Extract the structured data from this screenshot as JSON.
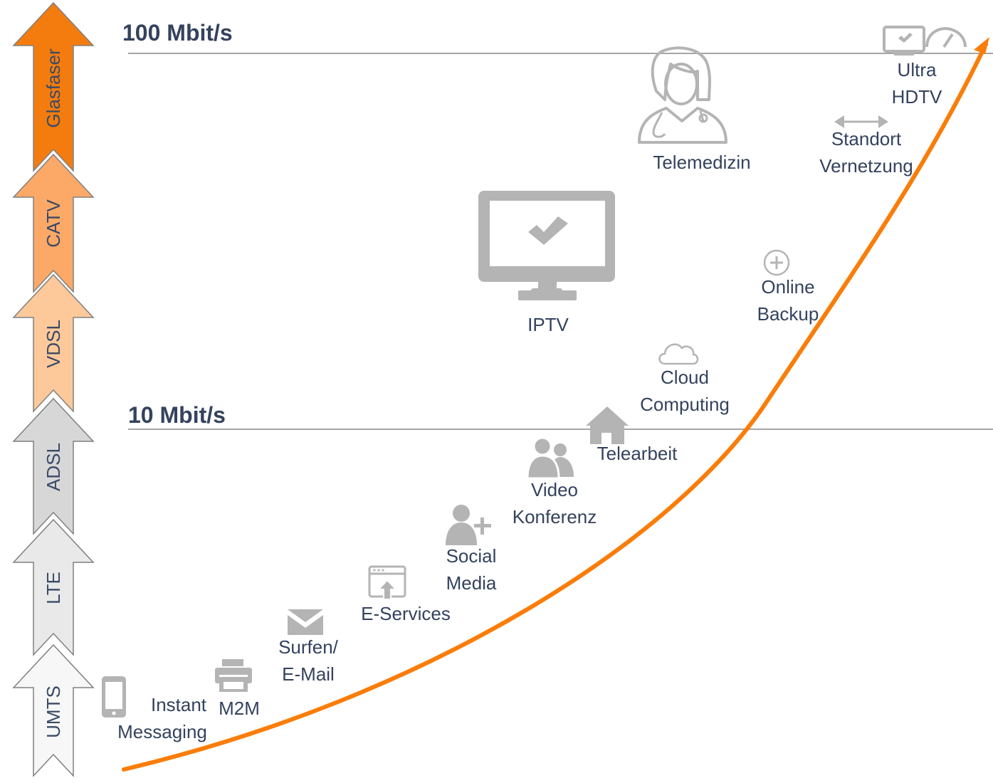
{
  "technologies": [
    {
      "label": "UMTS",
      "fill": "#f7f7f7"
    },
    {
      "label": "LTE",
      "fill": "#e9e9ea"
    },
    {
      "label": "ADSL",
      "fill": "#d7d7d8"
    },
    {
      "label": "VDSL",
      "fill": "#fdc99a"
    },
    {
      "label": "CATV",
      "fill": "#fca968"
    },
    {
      "label": "Glasfaser",
      "fill": "#f47c0e"
    }
  ],
  "speeds": {
    "high": "100 Mbit/s",
    "low": "10 Mbit/s"
  },
  "applications": {
    "instant_messaging": [
      "Instant",
      "Messaging"
    ],
    "m2m": [
      "M2M"
    ],
    "surfen_email": [
      "Surfen/",
      "E-Mail"
    ],
    "e_services": [
      "E-Services"
    ],
    "social_media": [
      "Social",
      "Media"
    ],
    "video_konferenz": [
      "Video",
      "Konferenz"
    ],
    "telearbeit": [
      "Telearbeit"
    ],
    "cloud_computing": [
      "Cloud",
      "Computing"
    ],
    "iptv": [
      "IPTV"
    ],
    "online_backup": [
      "Online",
      "Backup"
    ],
    "telemedizin": [
      "Telemedizin"
    ],
    "standort_vernetzung": [
      "Standort",
      "Vernetzung"
    ],
    "ultra_hdtv": [
      "Ultra",
      "HDTV"
    ]
  },
  "icons": {
    "instant_messaging": "smartphone-icon",
    "m2m": "printer-icon",
    "surfen_email": "envelope-icon",
    "e_services": "browser-upload-icon",
    "social_media": "user-add-icon",
    "video_konferenz": "users-icon",
    "telearbeit": "home-icon",
    "cloud_computing": "cloud-icon",
    "iptv": "monitor-check-icon",
    "online_backup": "plus-circle-icon",
    "telemedizin": "doctor-icon",
    "standort_vernetzung": "double-arrow-icon",
    "ultra_hdtv": "monitor-gauge-icon"
  },
  "colors": {
    "curve": "#fa7d0a",
    "text": "#34425e",
    "icon": "#b4b4b4",
    "line": "#888888"
  }
}
